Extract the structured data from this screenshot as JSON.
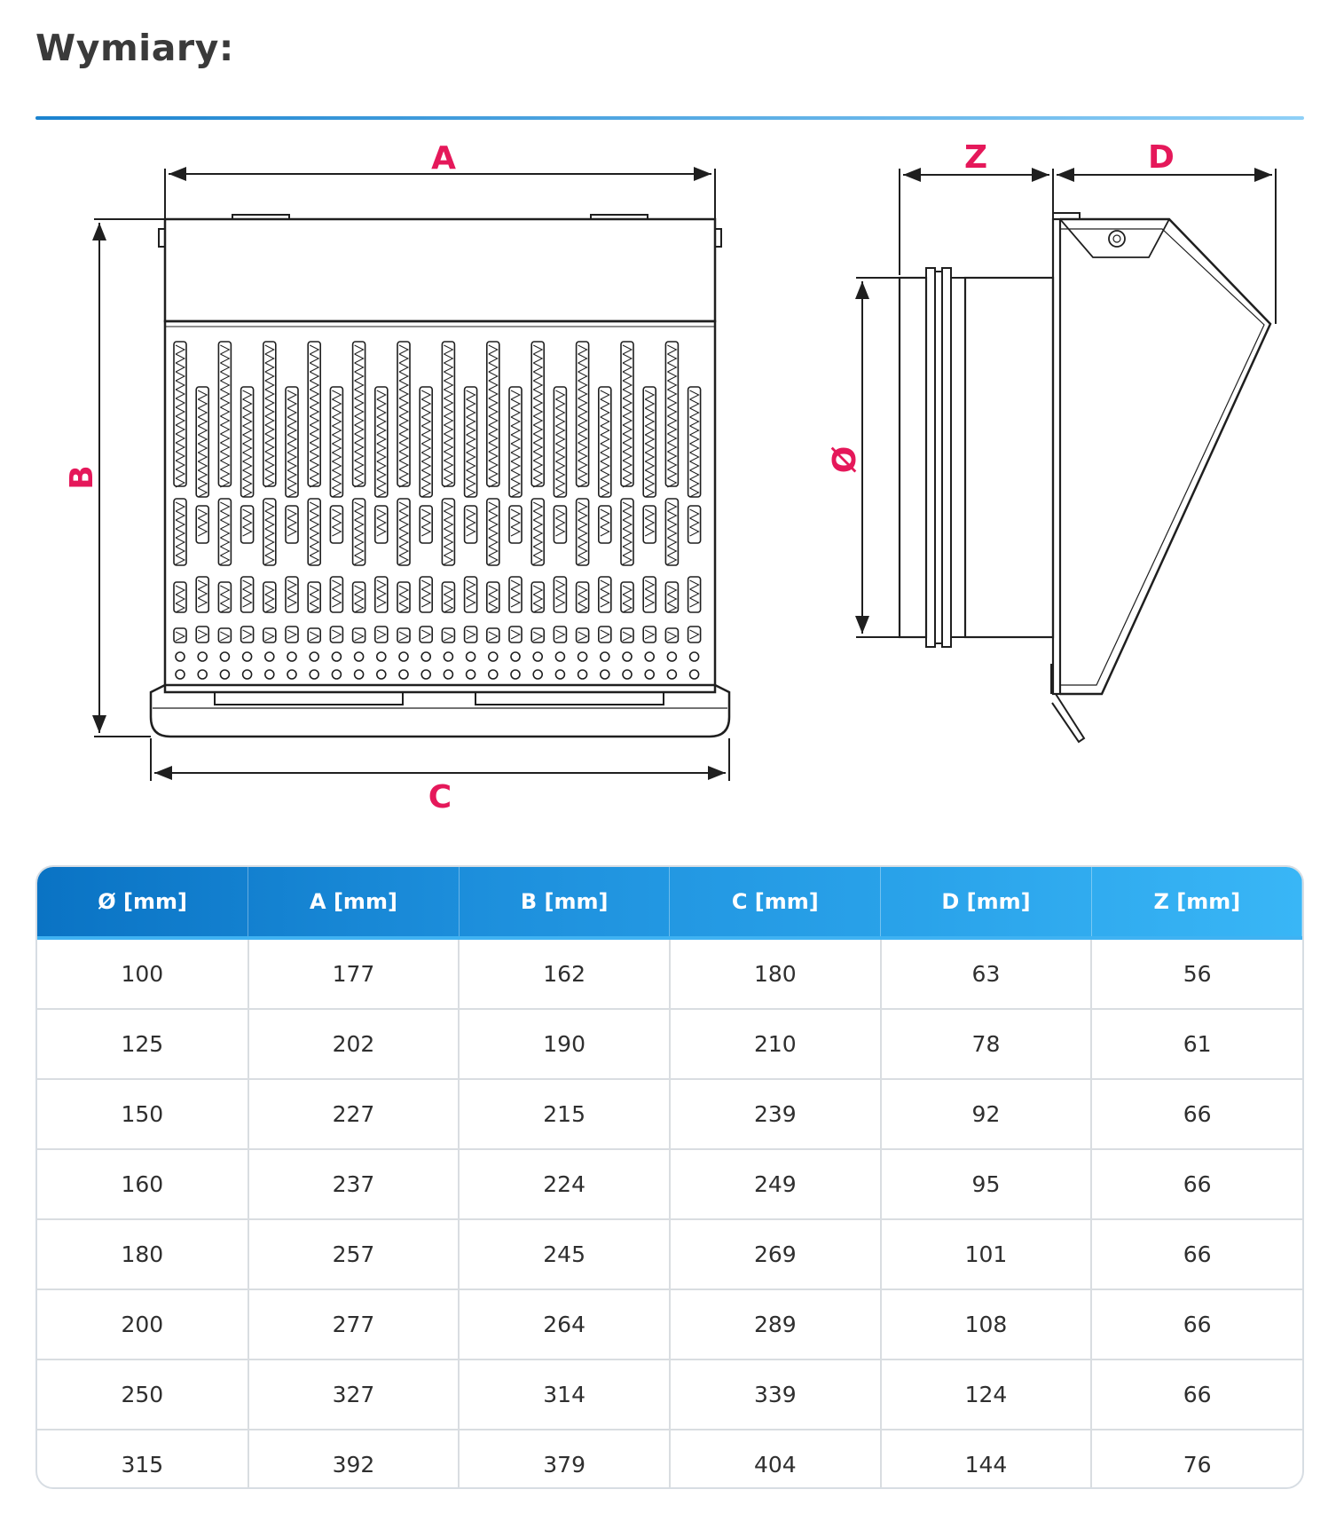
{
  "page": {
    "title": "Wymiary:"
  },
  "drawing": {
    "labels": {
      "a": "A",
      "b": "B",
      "c": "C",
      "z": "Z",
      "d": "D",
      "diameter": "Ø"
    },
    "colors": {
      "label": "#e5185a",
      "line": "#1f1f1f"
    }
  },
  "table": {
    "headers": [
      "Ø [mm]",
      "A [mm]",
      "B [mm]",
      "C [mm]",
      "D [mm]",
      "Z [mm]"
    ],
    "rows": [
      [
        "100",
        "177",
        "162",
        "180",
        "63",
        "56"
      ],
      [
        "125",
        "202",
        "190",
        "210",
        "78",
        "61"
      ],
      [
        "150",
        "227",
        "215",
        "239",
        "92",
        "66"
      ],
      [
        "160",
        "237",
        "224",
        "249",
        "95",
        "66"
      ],
      [
        "180",
        "257",
        "245",
        "269",
        "101",
        "66"
      ],
      [
        "200",
        "277",
        "264",
        "289",
        "108",
        "66"
      ],
      [
        "250",
        "327",
        "314",
        "339",
        "124",
        "66"
      ],
      [
        "315",
        "392",
        "379",
        "404",
        "144",
        "76"
      ]
    ],
    "colors": {
      "header_start": "#0a73c4",
      "header_end": "#39b6f6",
      "border": "#d9dde1"
    }
  }
}
